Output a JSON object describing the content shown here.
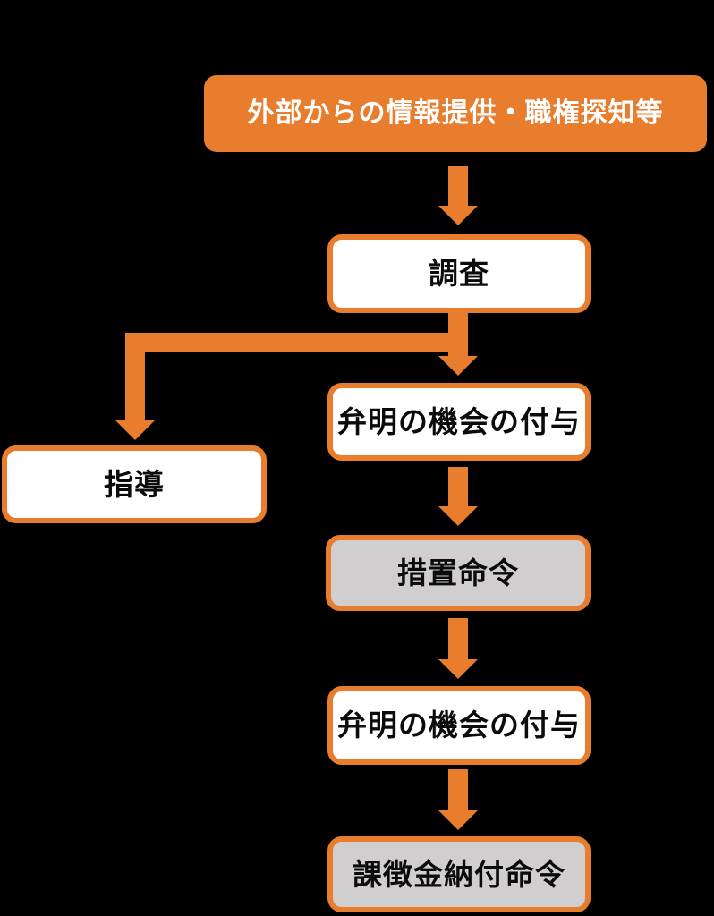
{
  "page": {
    "background_color": "#000000"
  },
  "flowchart": {
    "accent_color": "#E87D2E",
    "box_fill_white": "#FFFFFF",
    "box_fill_gray": "#D0CECE",
    "text_dark": "#0B0B0B",
    "text_light": "#FFFFFF",
    "nodes": {
      "source": {
        "label": "外部からの情報提供・職権探知等",
        "variant": "orange-filled"
      },
      "investigation": {
        "label": "調査",
        "variant": "white-outlined"
      },
      "guidance": {
        "label": "指導",
        "variant": "white-outlined"
      },
      "hearing_1": {
        "label": "弁明の機会の付与",
        "variant": "white-outlined"
      },
      "measure_order": {
        "label": "措置命令",
        "variant": "gray-outlined"
      },
      "hearing_2": {
        "label": "弁明の機会の付与",
        "variant": "white-outlined"
      },
      "surcharge_order": {
        "label": "課徴金納付命令",
        "variant": "gray-outlined"
      }
    },
    "edges": [
      {
        "from": "source",
        "to": "investigation"
      },
      {
        "from": "investigation",
        "to": "guidance"
      },
      {
        "from": "investigation",
        "to": "hearing_1"
      },
      {
        "from": "hearing_1",
        "to": "measure_order"
      },
      {
        "from": "measure_order",
        "to": "hearing_2"
      },
      {
        "from": "hearing_2",
        "to": "surcharge_order"
      }
    ]
  }
}
